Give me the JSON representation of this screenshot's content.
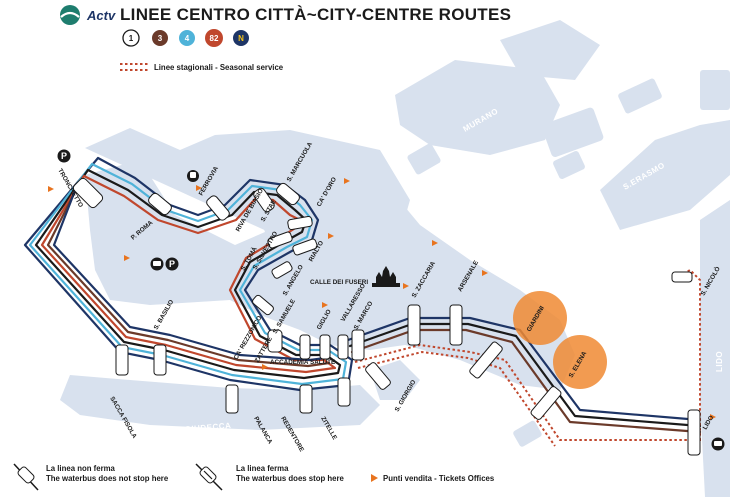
{
  "header": {
    "brand": "Actv",
    "title": "LINEE CENTRO CITTÀ~CITY-CENTRE ROUTES",
    "seasonal_label": "Linee stagionali - Seasonal service"
  },
  "lines": [
    {
      "id": "line-1",
      "label": "1",
      "color": "#ffffff",
      "text_color": "#1a1a1a"
    },
    {
      "id": "line-3",
      "label": "3",
      "color": "#6b3a2a",
      "text_color": "#ffffff"
    },
    {
      "id": "line-4",
      "label": "4",
      "color": "#4fb3d9",
      "text_color": "#ffffff"
    },
    {
      "id": "line-82",
      "label": "82",
      "color": "#c0472d",
      "text_color": "#ffffff"
    },
    {
      "id": "line-N",
      "label": "N",
      "color": "#1e3566",
      "text_color": "#f2c21b"
    }
  ],
  "colors": {
    "water": "#ffffff",
    "land": "#d8e1ee",
    "line_navy": "#1e3566",
    "line_blue": "#4fb3d9",
    "line_brown": "#6b3a2a",
    "line_red": "#c0472d",
    "line_black": "#1a1a1a",
    "seasonal": "#c0472d",
    "ticket": "#e8741f",
    "highlight": "#f08a33"
  },
  "areas": {
    "murano": "MURANO",
    "s_erasmo": "S.ERASMO",
    "lido": "LIDO",
    "giudecca": "GIUDECCA"
  },
  "stops": {
    "tronchetto": "TRONCHETTO",
    "p_roma": "P. ROMA",
    "ferrovia": "FERROVIA",
    "s_marcuola": "S. MARCUOLA",
    "riva_de_biasio": "RIVA DE BIASIO",
    "s_stae": "S. STAE",
    "ca_doro": "CA' D'ORO",
    "s_toma": "S. TOMÀ",
    "s_silvestro": "S. SILVESTRO",
    "rialto": "RIALTO",
    "s_angelo": "S. ANGELO",
    "s_samuele": "S. SAMUELE",
    "ca_rezzonico": "CA' REZZONICO",
    "zattere": "ZATTERE",
    "giglio": "GIGLIO",
    "accademia": "ACCADEMIA",
    "salute": "SALUTE",
    "vallaresso": "VALLARESSO",
    "s_marco": "S. MARCO",
    "calle_dei_fuseri": "CALLE DEI FUSERI",
    "s_zaccaria": "S. ZACCARIA",
    "arsenale": "ARSENALE",
    "giardini": "GIARDINI",
    "s_elena": "S. ELENA",
    "lido": "LIDO",
    "s_nicolo": "S. NICOLÒ",
    "s_giorgio": "S. GIORGIO",
    "s_basilio": "S. BASILIO",
    "sacca_fisola": "SACCA FISOLA",
    "palanca": "PALANCA",
    "redentore": "REDENTORE",
    "zitelle": "ZITELLE"
  },
  "legend": {
    "no_stop_it": "La linea non ferma",
    "no_stop_en": "The waterbus does not stop here",
    "stop_it": "La linea ferma",
    "stop_en": "The waterbus does stop here",
    "tickets": "Punti vendita - Tickets Offices"
  }
}
